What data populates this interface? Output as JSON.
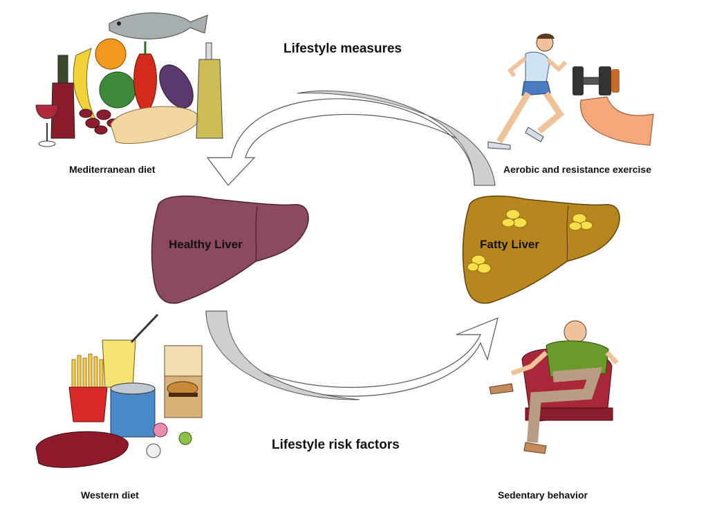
{
  "title_top": "Lifestyle measures",
  "title_bottom": "Lifestyle risk factors",
  "livers": {
    "healthy": {
      "label": "Healthy Liver",
      "color": "#8b4a5e"
    },
    "fatty": {
      "label": "Fatty Liver",
      "color": "#b8861e",
      "fat_color": "#f4e04a"
    }
  },
  "panels": {
    "mediterranean": {
      "label": "Mediterranean diet",
      "icon": "mediterranean-food-icon"
    },
    "exercise": {
      "label": "Aerobic and resistance exercise",
      "icon": "running-dumbbell-icon"
    },
    "western": {
      "label": "Western diet",
      "icon": "western-food-icon"
    },
    "sedentary": {
      "label": "Sedentary behavior",
      "icon": "sitting-person-icon"
    }
  },
  "arrows": {
    "fill": "#ffffff",
    "shade": "#cfcfcf",
    "stroke": "#555555"
  }
}
